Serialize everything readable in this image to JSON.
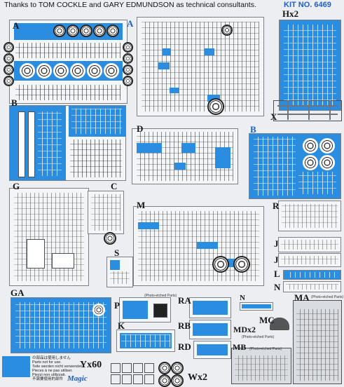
{
  "header": {
    "credits": "Thanks to TOM COCKLE and GARY EDMUNDSON as technical consultants.",
    "kit_number": "KIT NO. 6469"
  },
  "sprues": {
    "A_left": "A",
    "A_right": "A",
    "Hx2": "Hx2",
    "B_left": "B",
    "X": "X",
    "B_right": "B",
    "D": "D",
    "G": "G",
    "C": "C",
    "M": "M",
    "R": "R",
    "S": "S",
    "J_1": "J",
    "J_2": "J",
    "L": "L",
    "N_right": "N",
    "GA": "GA",
    "P": "P",
    "RA": "RA",
    "N_bottom": "N",
    "MA": "MA",
    "K": "K",
    "RB": "RB",
    "MC": "MC",
    "MDx2": "MDx2",
    "RD": "RD",
    "MB": "MB",
    "Yx60": "Yx60",
    "Wx2": "Wx2"
  },
  "captions": {
    "MA_note": "(Photo-etched Parts)",
    "MB_note": "(Photo-etched Parts)",
    "MD_note": "(Photo-etched Parts)",
    "P_note": "(Photo-etched Parts)"
  },
  "legend": {
    "lines": [
      "の部品は使用しません",
      "Parts not for use.",
      "Teile werden nicht verwendet.",
      "Pieces à ne pas utiliser.",
      "Piezzi non utilizzati.",
      "不需要使用的部件"
    ]
  },
  "brand": {
    "logo": "Magic"
  },
  "colors": {
    "highlight": "#2a8de0",
    "kit_number": "#1c5fc9",
    "paper": "#eceef2"
  }
}
